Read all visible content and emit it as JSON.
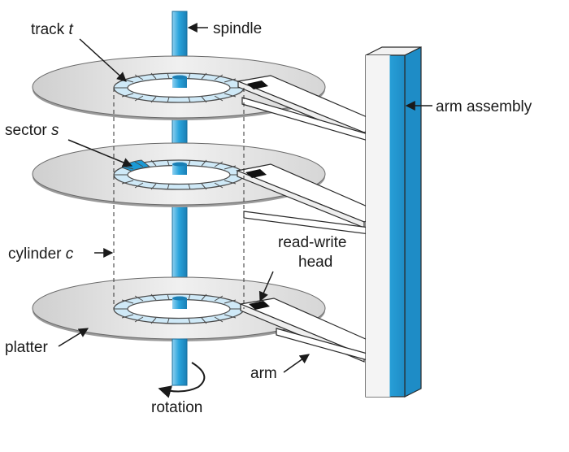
{
  "labels": {
    "track": "track",
    "track_var": "t",
    "spindle": "spindle",
    "arm_assembly": "arm assembly",
    "sector": "sector",
    "sector_var": "s",
    "cylinder": "cylinder",
    "cylinder_var": "c",
    "read_write": "read-write",
    "head": "head",
    "platter": "platter",
    "arm": "arm",
    "rotation": "rotation"
  },
  "colors": {
    "spindle": "#2aa4dc",
    "spindle_light": "#a9dcf3",
    "sector_highlight": "#1b9ad6",
    "track_fill": "#cfe9f7",
    "platter": "#e3e3e3",
    "platter_edge": "#5a5a5a",
    "head": "#111111"
  }
}
